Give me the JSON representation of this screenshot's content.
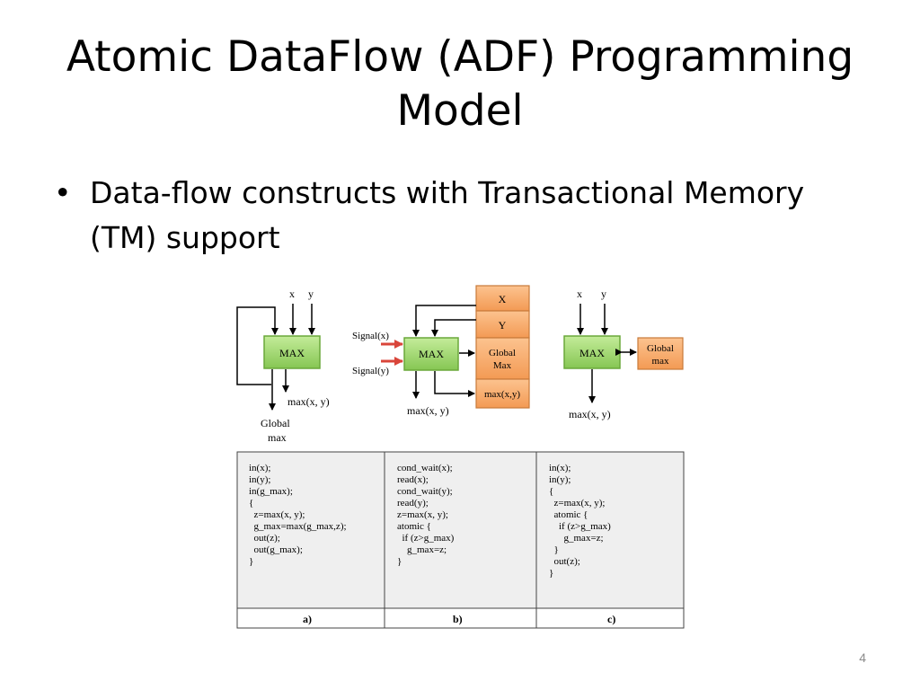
{
  "slide": {
    "title": "Atomic DataFlow (ADF) Programming Model",
    "bullet": "Data-flow constructs with Transactional Memory (TM) support",
    "page_number": "4"
  },
  "figure": {
    "a": {
      "inputs": [
        "x",
        "y"
      ],
      "node": "MAX",
      "output": "max(x, y)",
      "global_label": [
        "Global",
        "max"
      ],
      "code": [
        "in(x);",
        "in(y);",
        "in(g_max);",
        "{",
        "  z=max(x, y);",
        "  g_max=max(g_max,z);",
        "  out(z);",
        "  out(g_max);",
        "}"
      ],
      "caption": "a)"
    },
    "b": {
      "memory": [
        "X",
        "Y",
        "Global Max",
        "max(x,y)"
      ],
      "signals": [
        "Signal(x)",
        "Signal(y)"
      ],
      "node": "MAX",
      "output": "max(x, y)",
      "code": [
        "cond_wait(x);",
        "read(x);",
        "cond_wait(y);",
        "read(y);",
        "z=max(x, y);",
        "atomic {",
        "  if (z>g_max)",
        "    g_max=z;",
        "}"
      ],
      "caption": "b)"
    },
    "c": {
      "inputs": [
        "x",
        "y"
      ],
      "node": "MAX",
      "global": [
        "Global",
        "max"
      ],
      "output": "max(x, y)",
      "code": [
        "in(x);",
        "in(y);",
        "{",
        "  z=max(x, y);",
        "  atomic {",
        "    if (z>g_max)",
        "      g_max=z;",
        "  }",
        "  out(z);",
        "}"
      ],
      "caption": "c)"
    },
    "colors": {
      "green": "#9fd86b",
      "green_border": "#6aa83a",
      "orange": "#f8a865",
      "orange_border": "#c87a3a",
      "signal_red": "#d9453a",
      "panel_bg": "#efefef"
    }
  }
}
